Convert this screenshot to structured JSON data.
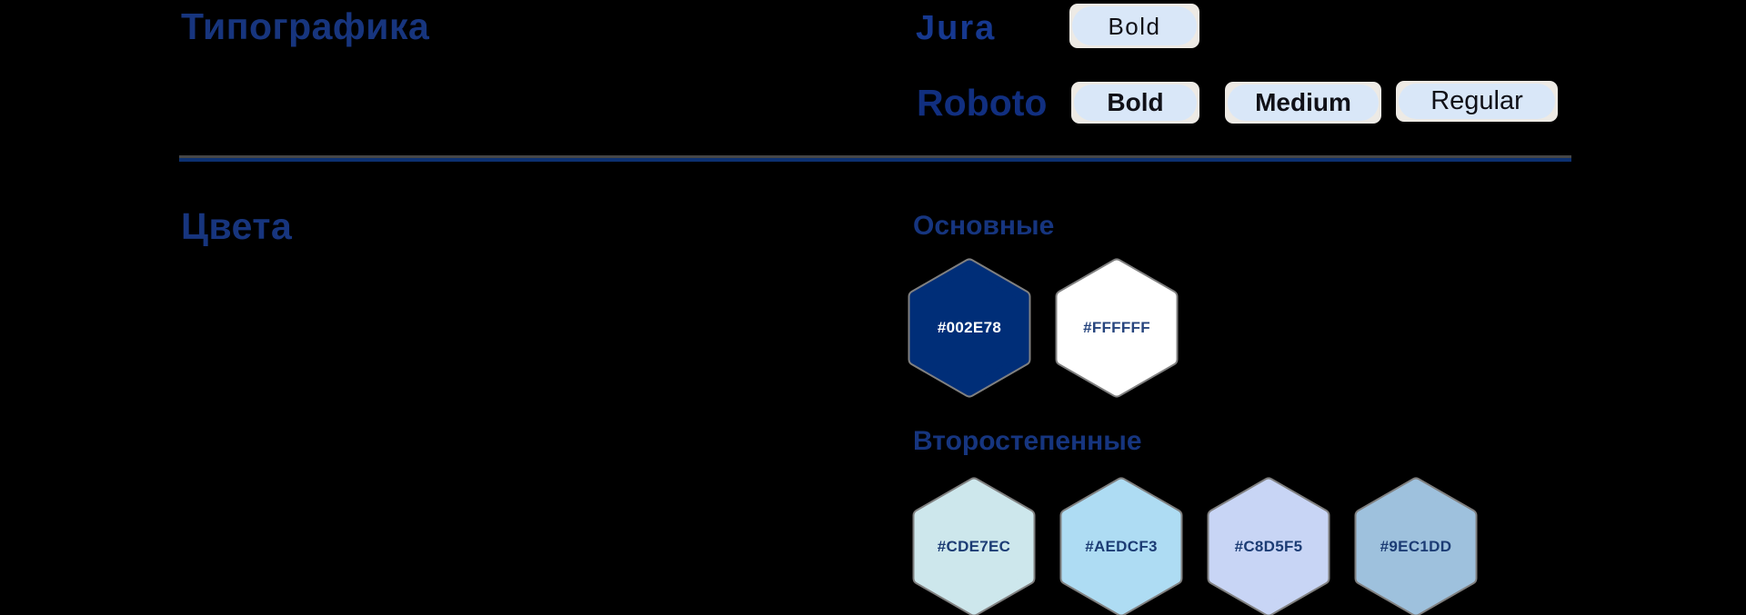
{
  "page": {
    "background": "#000000",
    "divider_color": "#0C3171",
    "heading_color": "#17357E",
    "chip_background": "#D9E7F8",
    "chip_backplate": "#EDEAE5"
  },
  "typography_section": {
    "title": "Типографика",
    "fonts": [
      {
        "name": "Jura",
        "weights": [
          {
            "label": "Bold"
          }
        ]
      },
      {
        "name": "Roboto",
        "weights": [
          {
            "label": "Bold"
          },
          {
            "label": "Medium"
          },
          {
            "label": "Regular"
          }
        ]
      }
    ]
  },
  "colors_section": {
    "title": "Цвета",
    "groups": [
      {
        "title": "Основные",
        "swatches": [
          {
            "hex": "#002E78",
            "label_color": "#FFFFFF"
          },
          {
            "hex": "#FFFFFF",
            "label_color": "#27457E"
          }
        ]
      },
      {
        "title": "Второстепенные",
        "swatches": [
          {
            "hex": "#CDE7EC",
            "label_color": "#1C3C74"
          },
          {
            "hex": "#AEDCF3",
            "label_color": "#1C3C74"
          },
          {
            "hex": "#C8D5F5",
            "label_color": "#1C3C74"
          },
          {
            "hex": "#9EC1DD",
            "label_color": "#1C3C74"
          }
        ]
      }
    ]
  }
}
